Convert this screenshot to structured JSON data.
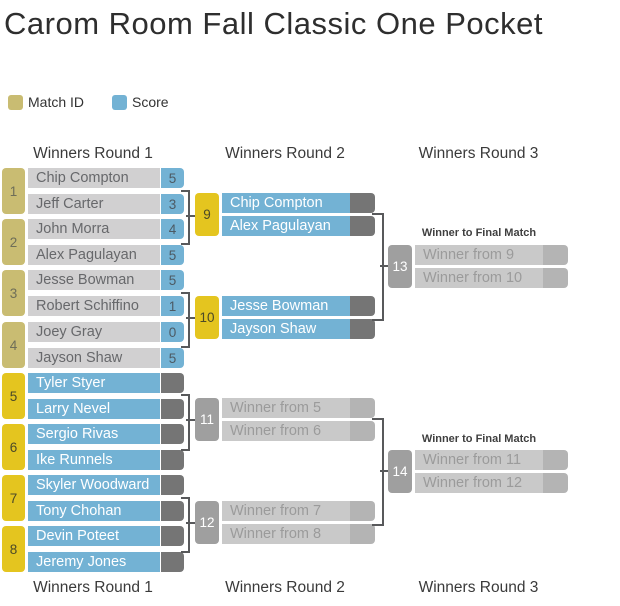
{
  "title": "Carom Room Fall Classic One Pocket",
  "legend": {
    "match_id": {
      "label": "Match ID",
      "color": "#c9bc72"
    },
    "score": {
      "label": "Score",
      "color": "#73b2d4"
    }
  },
  "columns": [
    {
      "header": "Winners Round 1",
      "footer": "Winners Round 1"
    },
    {
      "header": "Winners Round 2",
      "footer": "Winners Round 2"
    },
    {
      "header": "Winners Round 3",
      "footer": "Winners Round 3"
    }
  ],
  "final_note": "Winner to Final Match",
  "colors": {
    "done_tab": "#c9bc72",
    "ready_tab": "#e4c51f",
    "tbd_tab": "#9f9f9f",
    "name_done": "#d1d0d1",
    "name_ready": "#73b2d4",
    "name_tbd": "#c9c9c9",
    "score_done": "#73b2d4",
    "score_ready": "#757575",
    "score_tbd": "#b4b4b4",
    "connector": "#58595b"
  },
  "matches": [
    {
      "id": "1",
      "state": "done",
      "players": [
        {
          "name": "Chip Compton",
          "score": "5"
        },
        {
          "name": "Jeff Carter",
          "score": "3"
        }
      ]
    },
    {
      "id": "2",
      "state": "done",
      "players": [
        {
          "name": "John Morra",
          "score": "4"
        },
        {
          "name": "Alex Pagulayan",
          "score": "5"
        }
      ]
    },
    {
      "id": "3",
      "state": "done",
      "players": [
        {
          "name": "Jesse Bowman",
          "score": "5"
        },
        {
          "name": "Robert Schiffino",
          "score": "1"
        }
      ]
    },
    {
      "id": "4",
      "state": "done",
      "players": [
        {
          "name": "Joey Gray",
          "score": "0"
        },
        {
          "name": "Jayson Shaw",
          "score": "5"
        }
      ]
    },
    {
      "id": "5",
      "state": "ready",
      "players": [
        {
          "name": "Tyler Styer",
          "score": ""
        },
        {
          "name": "Larry Nevel",
          "score": ""
        }
      ]
    },
    {
      "id": "6",
      "state": "ready",
      "players": [
        {
          "name": "Sergio Rivas",
          "score": ""
        },
        {
          "name": "Ike Runnels",
          "score": ""
        }
      ]
    },
    {
      "id": "7",
      "state": "ready",
      "players": [
        {
          "name": "Skyler Woodward",
          "score": ""
        },
        {
          "name": "Tony Chohan",
          "score": ""
        }
      ]
    },
    {
      "id": "8",
      "state": "ready",
      "players": [
        {
          "name": "Devin Poteet",
          "score": ""
        },
        {
          "name": "Jeremy Jones",
          "score": ""
        }
      ]
    },
    {
      "id": "9",
      "state": "ready",
      "players": [
        {
          "name": "Chip Compton",
          "score": ""
        },
        {
          "name": "Alex Pagulayan",
          "score": ""
        }
      ]
    },
    {
      "id": "10",
      "state": "ready",
      "players": [
        {
          "name": "Jesse Bowman",
          "score": ""
        },
        {
          "name": "Jayson Shaw",
          "score": ""
        }
      ]
    },
    {
      "id": "11",
      "state": "tbd",
      "players": [
        {
          "name": "Winner from 5",
          "score": ""
        },
        {
          "name": "Winner from 6",
          "score": ""
        }
      ]
    },
    {
      "id": "12",
      "state": "tbd",
      "players": [
        {
          "name": "Winner from 7",
          "score": ""
        },
        {
          "name": "Winner from 8",
          "score": ""
        }
      ]
    },
    {
      "id": "13",
      "state": "tbd",
      "players": [
        {
          "name": "Winner from 9",
          "score": ""
        },
        {
          "name": "Winner from 10",
          "score": ""
        }
      ]
    },
    {
      "id": "14",
      "state": "tbd",
      "players": [
        {
          "name": "Winner from 11",
          "score": ""
        },
        {
          "name": "Winner from 12",
          "score": ""
        }
      ]
    }
  ]
}
